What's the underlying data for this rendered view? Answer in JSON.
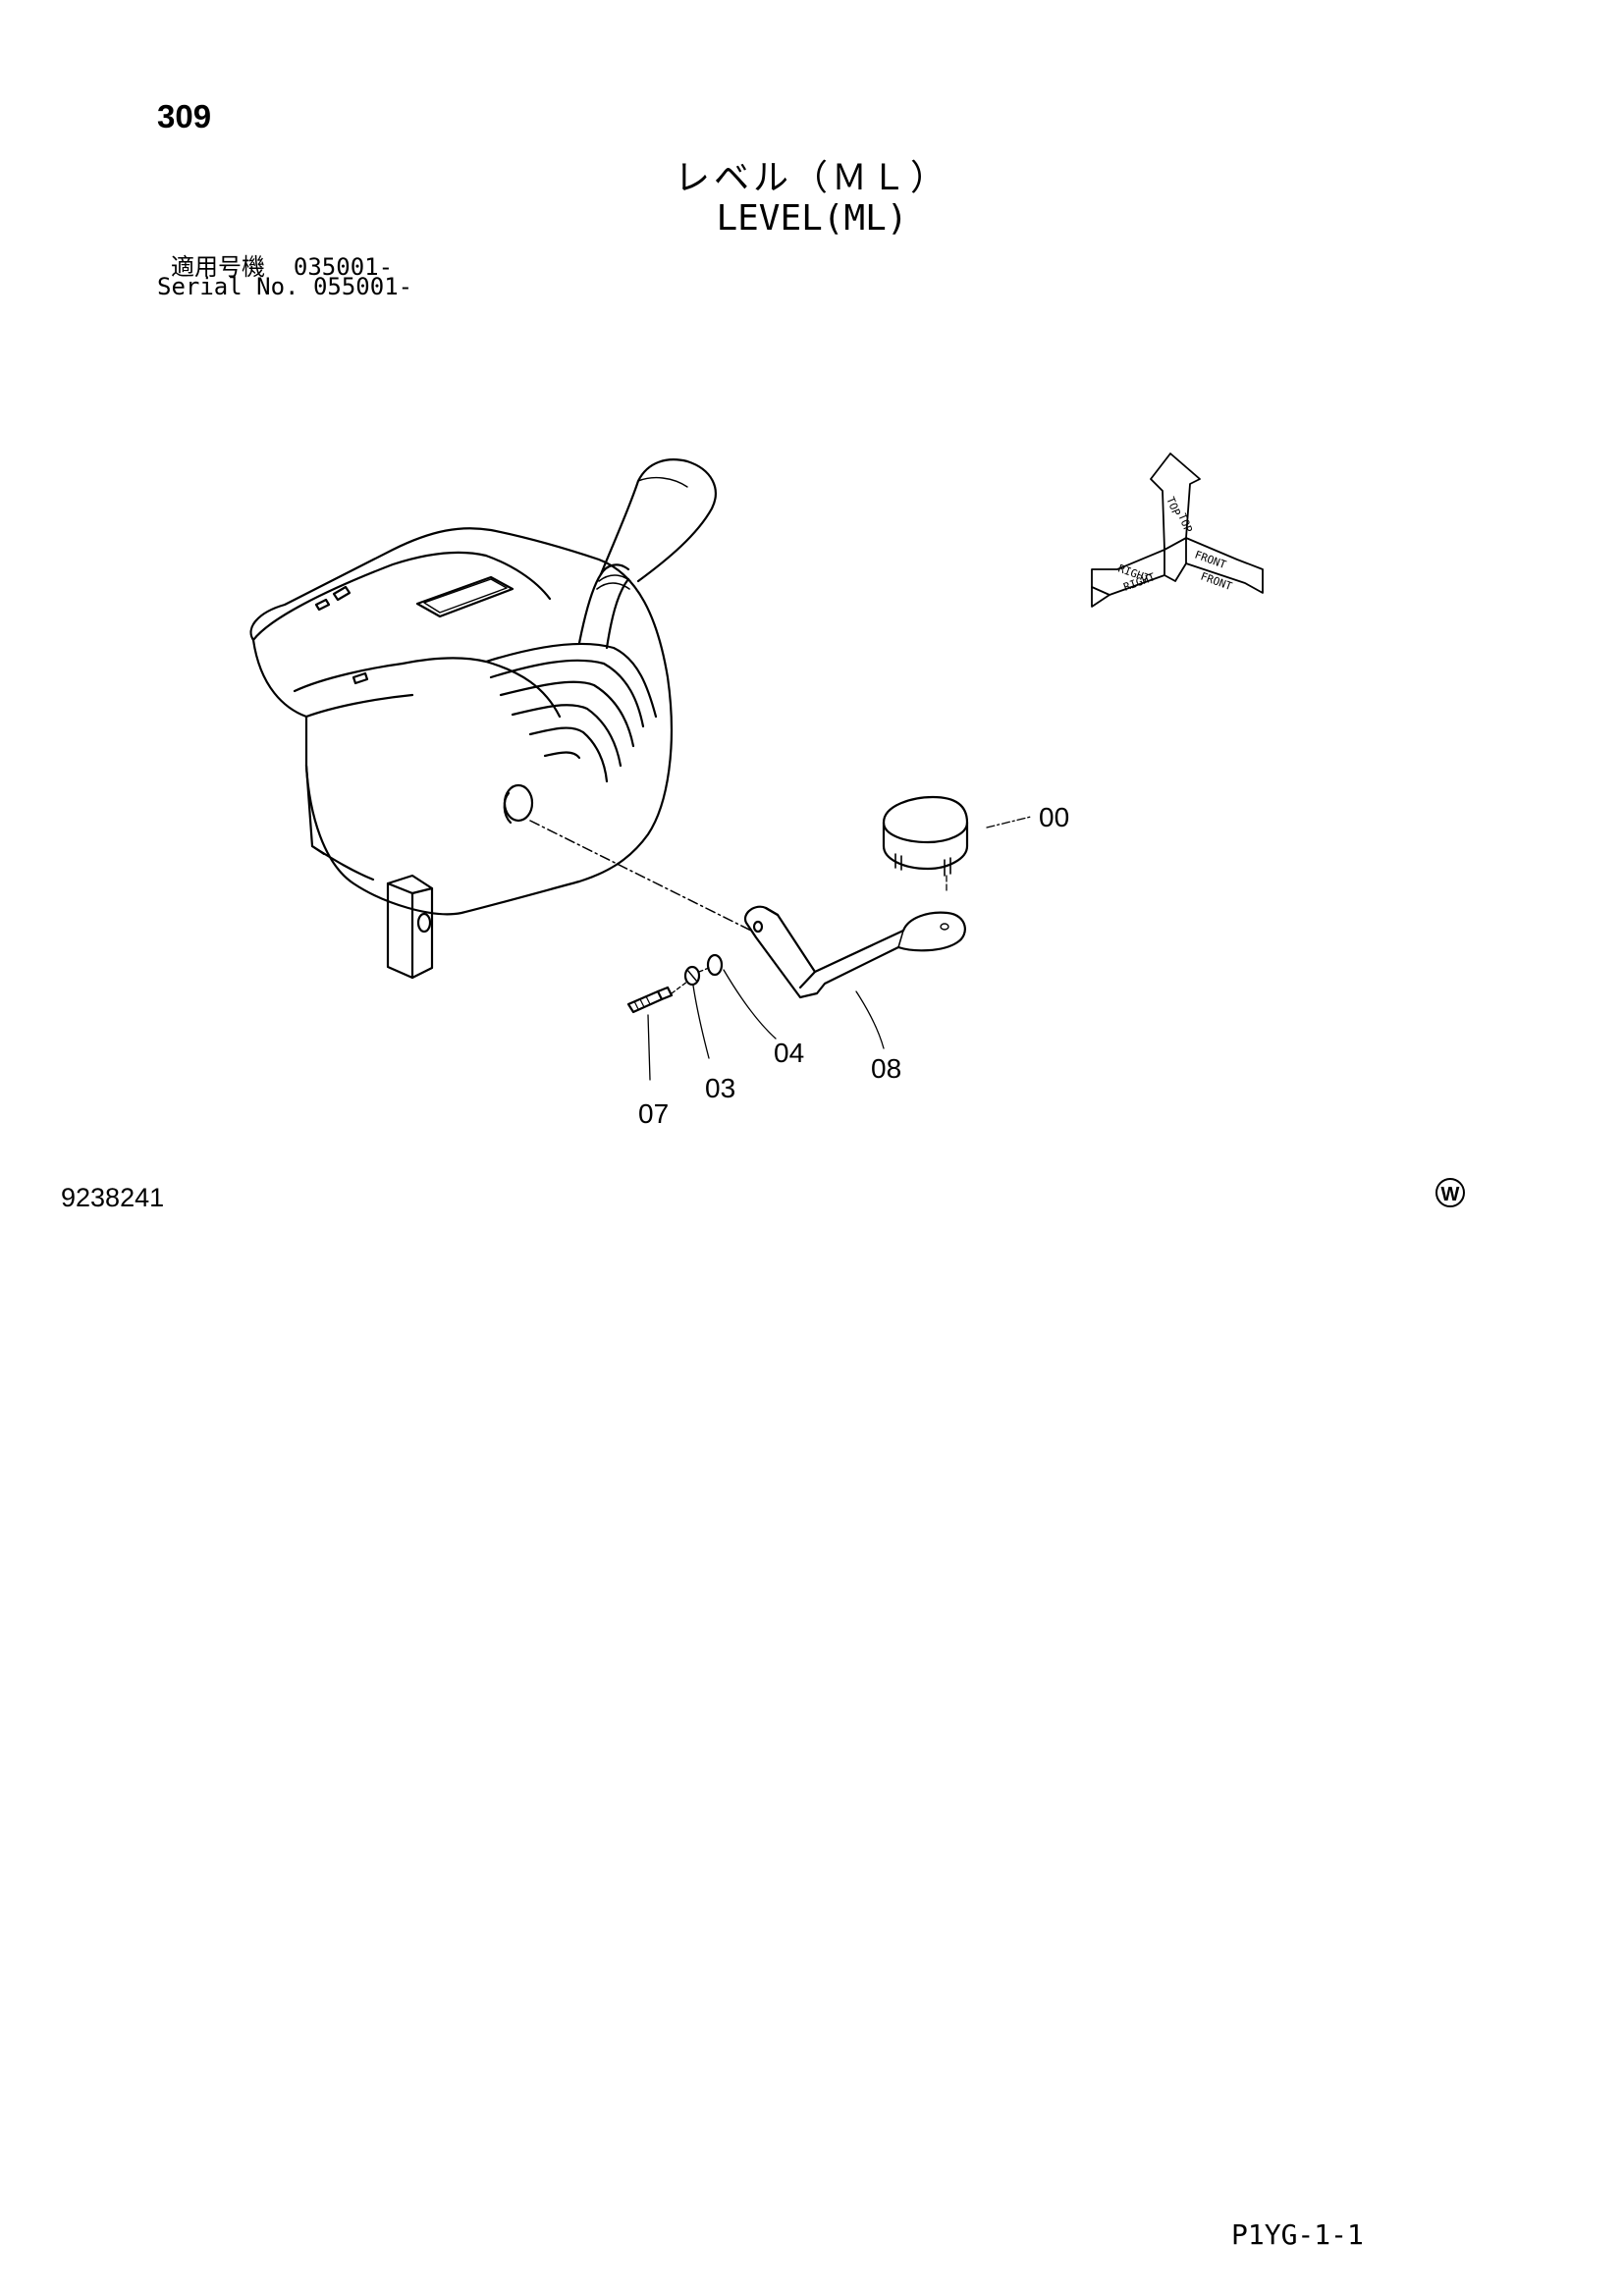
{
  "header": {
    "page_number": "309",
    "title_jp": "レベル（ＭＬ）",
    "title_en": "LEVEL(ML)",
    "serial_jp": "適用号機  035001-",
    "serial_en": "Serial No. 055001-"
  },
  "orientation_indicator": {
    "labels": [
      "TOP",
      "TOP",
      "RIGHT",
      "RIGHT",
      "FRONT",
      "FRONT"
    ]
  },
  "callouts": [
    "00",
    "04",
    "08",
    "03",
    "07"
  ],
  "footer": {
    "drawing_number": "9238241",
    "mark": "W",
    "page_code": "P1YG-1-1"
  }
}
